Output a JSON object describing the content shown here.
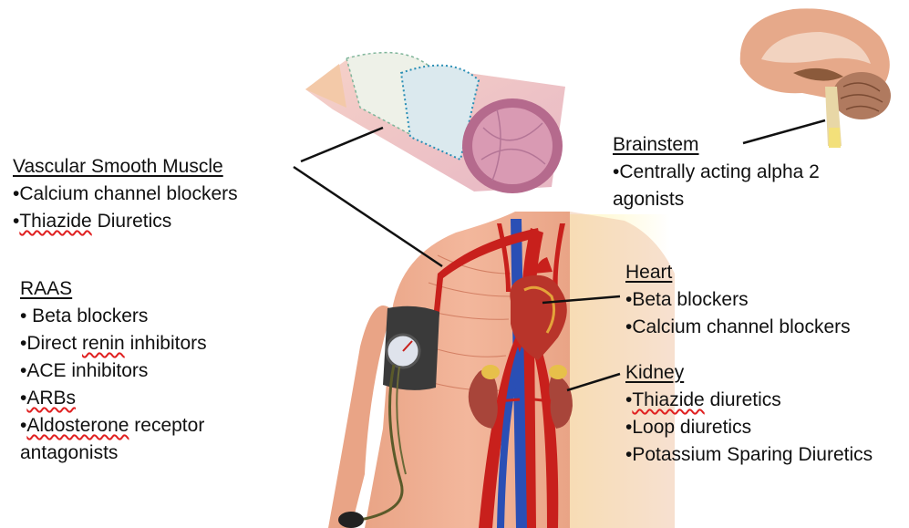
{
  "vascular": {
    "heading": "Vascular Smooth Muscle",
    "items": [
      {
        "pre": "•Calcium channel blockers",
        "spell": "",
        "post": ""
      },
      {
        "pre": "•",
        "spell": "Thiazide",
        "post": " Diuretics"
      }
    ]
  },
  "raas": {
    "heading": "RAAS",
    "items": [
      {
        "pre": "• Beta blockers",
        "spell": "",
        "post": ""
      },
      {
        "pre": "•Direct ",
        "spell": "renin",
        "post": " inhibitors"
      },
      {
        "pre": "•ACE inhibitors",
        "spell": "",
        "post": ""
      },
      {
        "pre": "•",
        "spell": "ARBs",
        "post": ""
      },
      {
        "pre": "•",
        "spell": "Aldosterone",
        "post": " receptor"
      },
      {
        "pre": "antagonists",
        "spell": "",
        "post": ""
      }
    ]
  },
  "brainstem": {
    "heading": "Brainstem",
    "items": [
      {
        "pre": "•Centrally acting alpha 2",
        "spell": "",
        "post": ""
      },
      {
        "pre": "agonists",
        "spell": "",
        "post": ""
      }
    ]
  },
  "heart": {
    "heading": "Heart",
    "items": [
      {
        "pre": "•Beta blockers",
        "spell": "",
        "post": ""
      },
      {
        "pre": "•Calcium channel blockers",
        "spell": "",
        "post": ""
      }
    ]
  },
  "kidney": {
    "heading": "Kidney",
    "items": [
      {
        "pre": "•",
        "spell": "Thiazide",
        "post": " diuretics"
      },
      {
        "pre": "•Loop diuretics",
        "spell": "",
        "post": ""
      },
      {
        "pre": "•Potassium Sparing Diuretics",
        "spell": "",
        "post": ""
      }
    ]
  },
  "colors": {
    "text": "#111111",
    "spellcheck": "#e02020",
    "artery": "#c8201c",
    "vein": "#2a4fb5",
    "skin": "#f0b196",
    "muscle": "#e58b70",
    "highlight_panel": "#fbf3b8"
  },
  "icons": [
    "brain-icon",
    "blood-vessel-icon",
    "torso-icon",
    "heart-icon",
    "kidney-icon",
    "blood-pressure-cuff-icon"
  ]
}
